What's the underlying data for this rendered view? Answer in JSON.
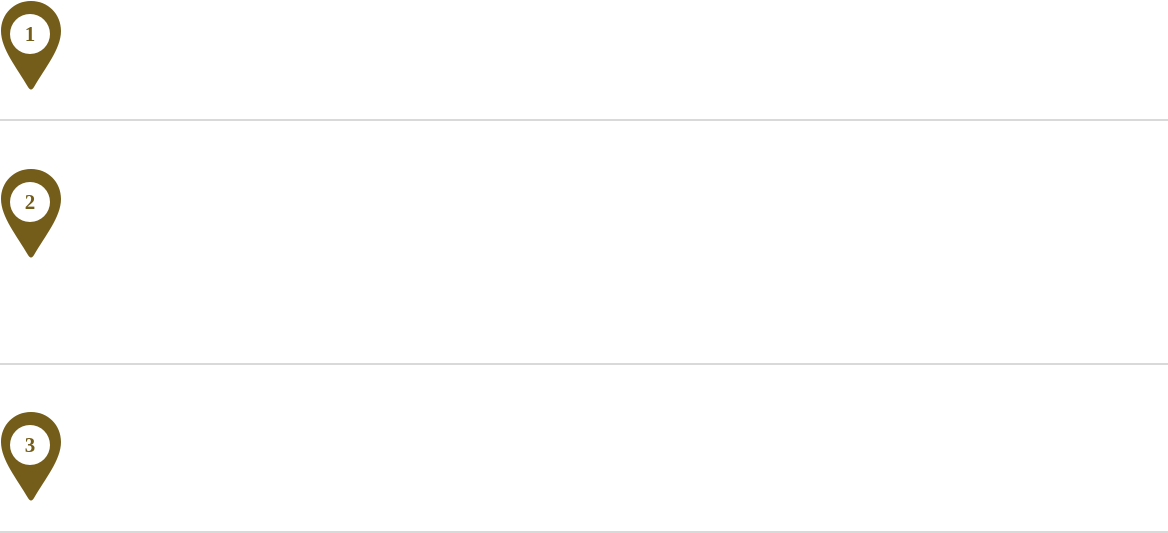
{
  "theme": {
    "pin_color": "#745d1a",
    "pin_inner_color": "#ffffff",
    "divider_color": "#d9d9d9"
  },
  "markers": [
    {
      "number": "1",
      "icon": "map-pin-icon"
    },
    {
      "number": "2",
      "icon": "map-pin-icon"
    },
    {
      "number": "3",
      "icon": "map-pin-icon"
    }
  ]
}
